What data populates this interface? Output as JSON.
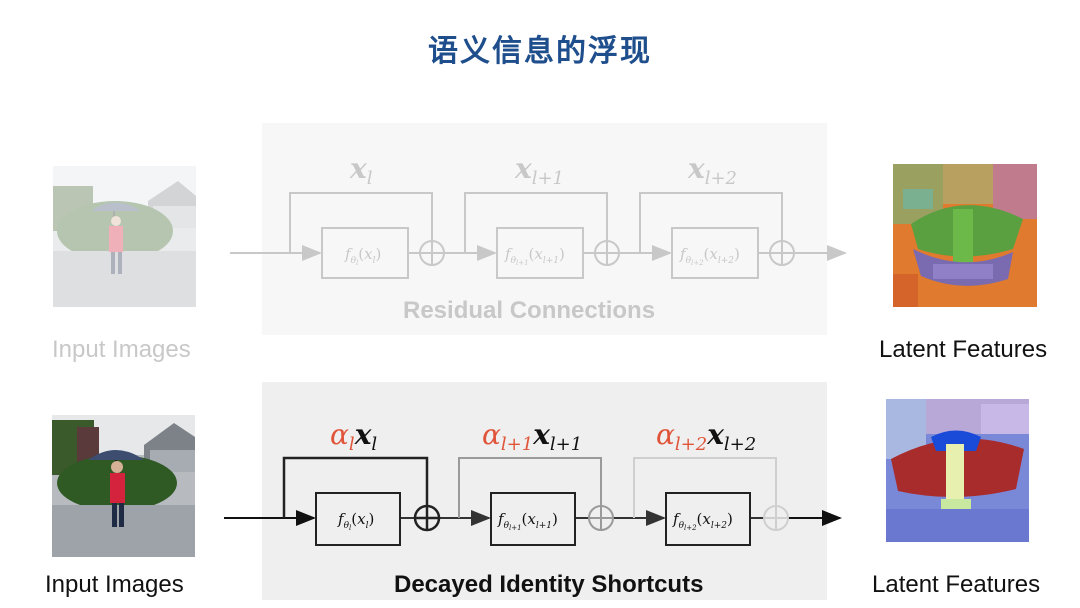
{
  "slide": {
    "title": "语义信息的浮现"
  },
  "top_row": {
    "input_label": "Input Images",
    "output_label": "Latent Features",
    "caption": "Residual Connections",
    "blocks": [
      {
        "func": "f",
        "sub": "θ",
        "subsub": "l",
        "arg": "x",
        "argsub": "l"
      },
      {
        "func": "f",
        "sub": "θ",
        "subsub": "l+1",
        "arg": "x",
        "argsub": "l+1"
      },
      {
        "func": "f",
        "sub": "θ",
        "subsub": "l+2",
        "arg": "x",
        "argsub": "l+2"
      }
    ],
    "skip_labels": [
      {
        "var": "x",
        "sub": "l"
      },
      {
        "var": "x",
        "sub": "l+1"
      },
      {
        "var": "x",
        "sub": "l+2"
      }
    ]
  },
  "bottom_row": {
    "input_label": "Input Images",
    "output_label": "Latent Features",
    "caption": "Decayed Identity Shortcuts",
    "blocks": [
      {
        "func": "f",
        "sub": "θ",
        "subsub": "l",
        "arg": "x",
        "argsub": "l"
      },
      {
        "func": "f",
        "sub": "θ",
        "subsub": "l+1",
        "arg": "x",
        "argsub": "l+1"
      },
      {
        "func": "f",
        "sub": "θ",
        "subsub": "l+2",
        "arg": "x",
        "argsub": "l+2"
      }
    ],
    "skip_labels": [
      {
        "coef": "α",
        "coef_sub": "l",
        "var": "x",
        "sub": "l"
      },
      {
        "coef": "α",
        "coef_sub": "l+1",
        "var": "x",
        "sub": "l+1"
      },
      {
        "coef": "α",
        "coef_sub": "l+2",
        "var": "x",
        "sub": "l+2"
      }
    ]
  },
  "colors": {
    "title": "#1f4e8c",
    "alpha": "#e0553a",
    "faded": "#c8c8c8",
    "dark": "#222222"
  }
}
